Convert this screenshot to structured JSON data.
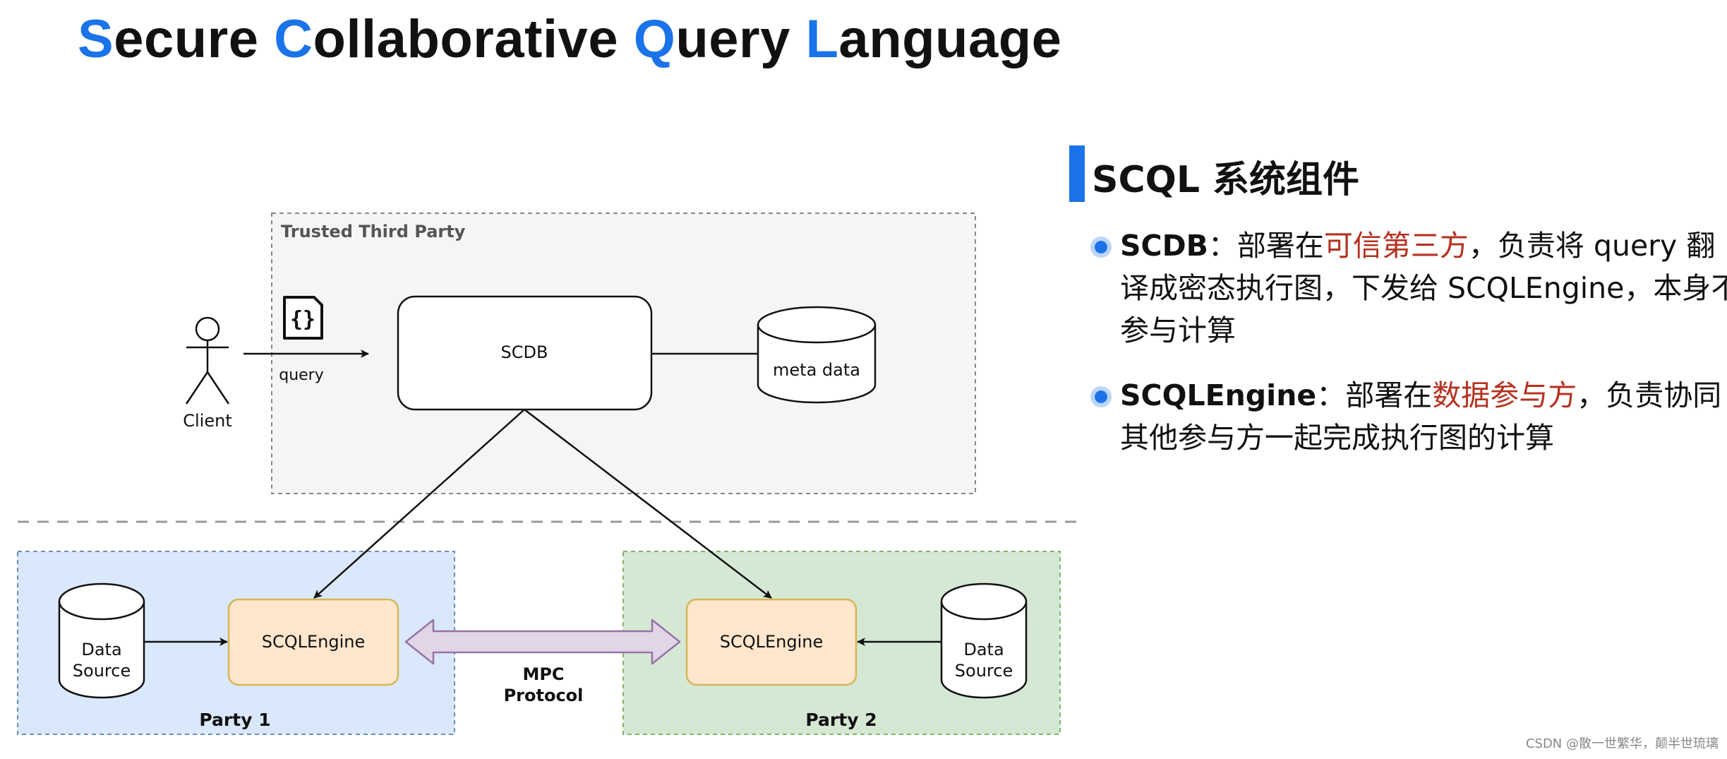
{
  "title": {
    "words": [
      {
        "cap": "S",
        "rest": "ecure "
      },
      {
        "cap": "C",
        "rest": "ollaborative "
      },
      {
        "cap": "Q",
        "rest": "uery "
      },
      {
        "cap": "L",
        "rest": "anguage"
      }
    ]
  },
  "diagram": {
    "trusted_third_party_label": "Trusted Third Party",
    "client_label": "Client",
    "query_label": "query",
    "json_icon_glyph": "{}",
    "scdb_label": "SCDB",
    "meta_data_label": "meta data",
    "party1_label": "Party 1",
    "party2_label": "Party 2",
    "engine1_label": "SCQLEngine",
    "engine2_label": "SCQLEngine",
    "datasource1_line1": "Data",
    "datasource1_line2": "Source",
    "datasource2_line1": "Data",
    "datasource2_line2": "Source",
    "mpc_line1": "MPC",
    "mpc_line2": "Protocol",
    "colors": {
      "trusted_fill": "#f5f5f5",
      "party1_fill": "#dae8fc",
      "party2_fill": "#d5e8d4",
      "engine_fill": "#ffe6cc",
      "engine_stroke": "#d6b656",
      "mpc_arrow_fill": "#e1d5e7",
      "mpc_arrow_stroke": "#9673a6"
    }
  },
  "panel": {
    "heading": "SCQL 系统组件",
    "accent_color": "#1a73e8",
    "bullets": [
      {
        "name": "SCDB",
        "colon": "：",
        "pre": "部署在",
        "highlight": "可信第三方",
        "post": "，负责将 query 翻译成密态执行图，下发给 SCQLEngine，本身不参与计算"
      },
      {
        "name": "SCQLEngine",
        "colon": "：",
        "pre": "部署在",
        "highlight": "数据参与方",
        "post": "，负责协同其他参与方一起完成执行图的计算"
      }
    ]
  },
  "watermark": "CSDN @散一世繁华，颠半世琉璃"
}
